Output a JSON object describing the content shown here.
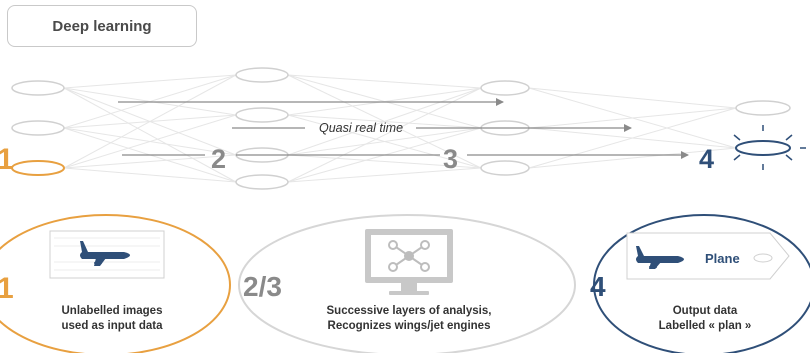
{
  "title": "Deep learning",
  "network": {
    "step_labels": [
      "1",
      "2",
      "3",
      "4"
    ],
    "arrow_label": "Quasi real time"
  },
  "stages": {
    "input": {
      "number": "1",
      "caption_line1": "Unlabelled images",
      "caption_line2": "used as input data"
    },
    "layers": {
      "number": "2/3",
      "caption_line1": "Successive layers of analysis,",
      "caption_line2": "Recognizes wings/jet engines"
    },
    "output": {
      "number": "4",
      "tag_label": "Plane",
      "caption_line1": "Output data",
      "caption_line2": "Labelled « plan »"
    }
  },
  "colors": {
    "orange": "#e8a040",
    "navy": "#2f4f78",
    "gray": "#8a8a8a",
    "light_gray": "#d6d6d6"
  }
}
